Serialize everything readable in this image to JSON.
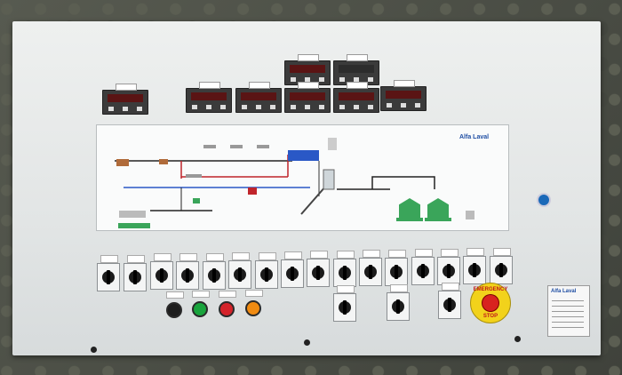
{
  "mimic_panel": {
    "brand_text": "Alfa Laval"
  },
  "emergency_stop": {
    "line1": "EMERGENCY",
    "line2": "STOP"
  },
  "nameplate": {
    "brand_text": "Alfa Laval"
  },
  "colors": {
    "estop_yellow": "#f2d21b",
    "estop_red": "#d8231f",
    "lamp_green": "#19a43d",
    "lamp_red": "#d4232a",
    "lamp_orange": "#f08b12",
    "brand_blue": "#1f4ea3",
    "tank_green": "#3aa55a"
  }
}
